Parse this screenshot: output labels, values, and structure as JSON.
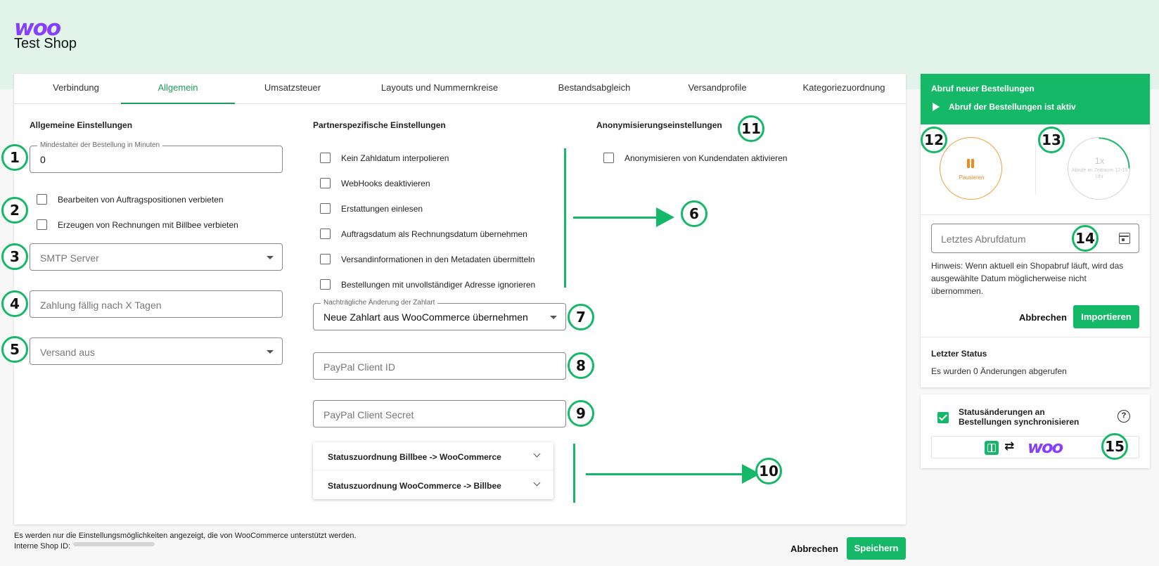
{
  "header": {
    "brand": "woo",
    "shop_name": "Test Shop"
  },
  "tabs": [
    {
      "label": "Verbindung"
    },
    {
      "label": "Allgemein",
      "active": true
    },
    {
      "label": "Umsatzsteuer"
    },
    {
      "label": "Layouts und Nummernkreise"
    },
    {
      "label": "Bestandsabgleich"
    },
    {
      "label": "Versandprofile"
    },
    {
      "label": "Kategoriezuordnung"
    }
  ],
  "general": {
    "title": "Allgemeine Einstellungen",
    "min_age_label": "Mindestalter der Bestellung in Minuten",
    "min_age_value": "0",
    "cb_edit_positions": "Bearbeiten von Auftragspositionen verbieten",
    "cb_create_invoices": "Erzeugen von Rechnungen mit Billbee verbieten",
    "smtp_placeholder": "SMTP Server",
    "payment_due_placeholder": "Zahlung fällig nach X Tagen",
    "ship_from_placeholder": "Versand aus"
  },
  "partner": {
    "title": "Partnerspezifische Einstellungen",
    "checkboxes": [
      "Kein Zahldatum interpolieren",
      "WebHooks deaktivieren",
      "Erstattungen einlesen",
      "Auftragsdatum als Rechnungsdatum übernehmen",
      "Versandinformationen in den Metadaten übermitteln",
      "Bestellungen mit unvollständiger Adresse ignorieren"
    ],
    "payment_change_label": "Nachträgliche Änderung der Zahlart",
    "payment_change_value": "Neue Zahlart aus WooCommerce übernehmen",
    "paypal_id_placeholder": "PayPal Client ID",
    "paypal_secret_placeholder": "PayPal Client Secret",
    "accordion": [
      "Statuszuordnung Billbee -> WooCommerce",
      "Statuszuordnung WooCommerce -> Billbee"
    ]
  },
  "anon": {
    "title": "Anonymisierungseinstellungen",
    "cb_label": "Anonymisieren von Kundendaten aktivieren"
  },
  "badges": [
    "1",
    "2",
    "3",
    "4",
    "5",
    "6",
    "7",
    "8",
    "9",
    "10",
    "11",
    "12",
    "13",
    "14",
    "15"
  ],
  "footer": {
    "note": "Es werden nur die Einstellungsmöglichkeiten angezeigt, die von WooCommerce unterstützt werden.",
    "shop_id_label": "Interne Shop ID:",
    "cancel": "Abbrechen",
    "save": "Speichern"
  },
  "side": {
    "header_title": "Abruf neuer Bestellungen",
    "header_status": "Abruf der Bestellungen ist aktiv",
    "pause_label": "Pausieren",
    "count_big": "1x",
    "count_small": "Abrufe im Zeitraum 12-15 Uhr",
    "last_fetch_placeholder": "Letztes Abrufdatum",
    "hint": "Hinweis: Wenn aktuell ein Shopabruf läuft, wird das ausgewählte Datum möglicherweise nicht übernommen.",
    "cancel": "Abbrechen",
    "import": "Importieren",
    "last_status_title": "Letzter Status",
    "last_status_text": "Es wurden 0 Änderungen abgerufen",
    "sync_label": "Statusänderungen an Bestellungen synchronisieren",
    "help": "?",
    "swap": "⇄",
    "woo_mini": "woo"
  },
  "colors": {
    "accent": "#14b866",
    "woo_purple": "#873eff",
    "pause_orange": "#f08a20"
  }
}
